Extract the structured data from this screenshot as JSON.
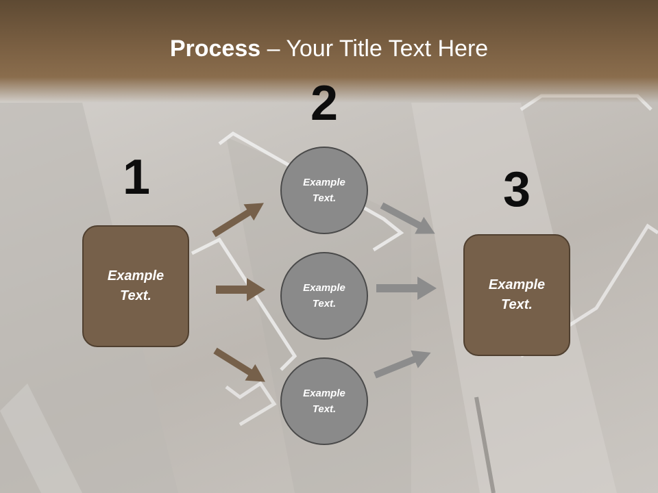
{
  "title": {
    "bold": "Process",
    "rest": " – Your Title Text Here"
  },
  "steps": [
    {
      "number": "1",
      "text": "Example\nText."
    },
    {
      "number": "2",
      "text": "Example\nText."
    },
    {
      "number": "3",
      "text": "Example\nText."
    }
  ],
  "middle": [
    {
      "text": "Example\nText."
    },
    {
      "text": "Example\nText."
    },
    {
      "text": "Example\nText."
    }
  ],
  "colors": {
    "header": "#7a5f42",
    "box": "#76604a",
    "circle": "#8a8a8a",
    "arrow_left": "#76604a",
    "arrow_right": "#8c8c8c"
  }
}
